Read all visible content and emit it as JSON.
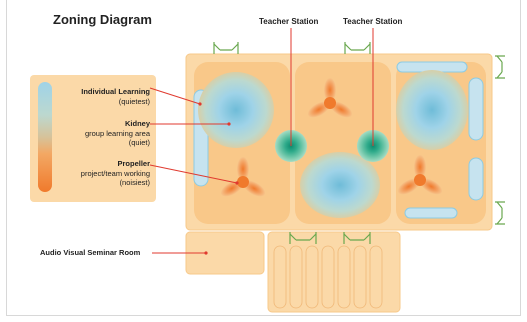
{
  "title": "Zoning Diagram",
  "teacher_station_left": "Teacher Station",
  "teacher_station_right": "Teacher Station",
  "legend": {
    "individual_title": "Individual Learning",
    "individual_sub": "(quietest)",
    "kidney_title": "Kidney",
    "kidney_sub1": "group learning area",
    "kidney_sub2": "(quiet)",
    "propeller_title": "Propeller",
    "propeller_sub1": "project/team working",
    "propeller_sub2": "(noisiest)"
  },
  "av_room_label": "Audio Visual Seminar Room",
  "colors": {
    "zone_base": "#fbd9a8",
    "zone_edge": "#f7c98a",
    "quiet_blue": "#9fd3e8",
    "kidney_teal": "#8cc7c4",
    "noisy_orange": "#f07a2c",
    "station_green": "#2eaa8a",
    "leader_red": "#e03a2f",
    "door_green": "#6aa84f"
  }
}
